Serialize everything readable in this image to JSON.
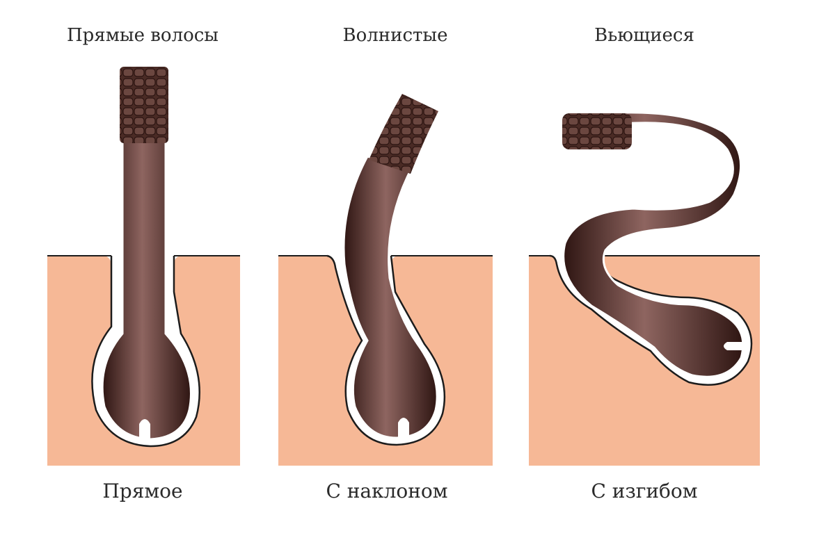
{
  "colors": {
    "skin": "#f6b896",
    "hair": "#3b1d19",
    "hair_highlight": "#9e7470",
    "cuticle": "#5a3a33",
    "outline": "#1c1c1c"
  },
  "panels": [
    {
      "title": "Прямые волосы",
      "caption": "Прямое"
    },
    {
      "title": "Волнистые",
      "caption": "С наклоном"
    },
    {
      "title": "Вьющиеся",
      "caption": "С изгибом"
    }
  ]
}
